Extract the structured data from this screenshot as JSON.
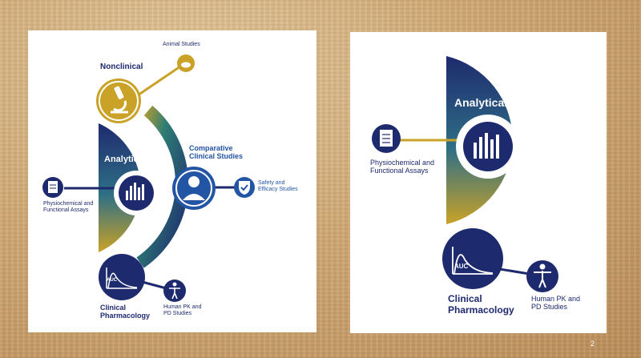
{
  "colors": {
    "navy": "#1e2a6e",
    "gold": "#c9a227",
    "teal": "#2e7d74",
    "blue": "#2255a4"
  },
  "left": {
    "nonclinical": "Nonclinical",
    "animal_studies": "Animal Studies",
    "analytical": "Analytical",
    "comparative": "Comparative\nClinical Studies",
    "safety": "Safety and\nEfficacy Studies",
    "physio": "Physiochemical and\nFunctional Assays",
    "auc": "AUC",
    "clinical": "Clinical\nPharmacology",
    "human_pk": "Human PK and\nPD Studies"
  },
  "right": {
    "analytical": "Analytical",
    "physio": "Physiochemical and\nFunctional Assays",
    "auc": "AUC",
    "clinical": "Clinical\nPharmacology",
    "human_pk": "Human PK and\nPD Studies"
  },
  "page_number": "2",
  "icons": [
    "microscope-icon",
    "cloud-animal-icon",
    "doctor-icon",
    "shield-check-icon",
    "assay-document-icon",
    "bar-chart-icon",
    "auc-curve-icon",
    "human-figure-icon"
  ]
}
